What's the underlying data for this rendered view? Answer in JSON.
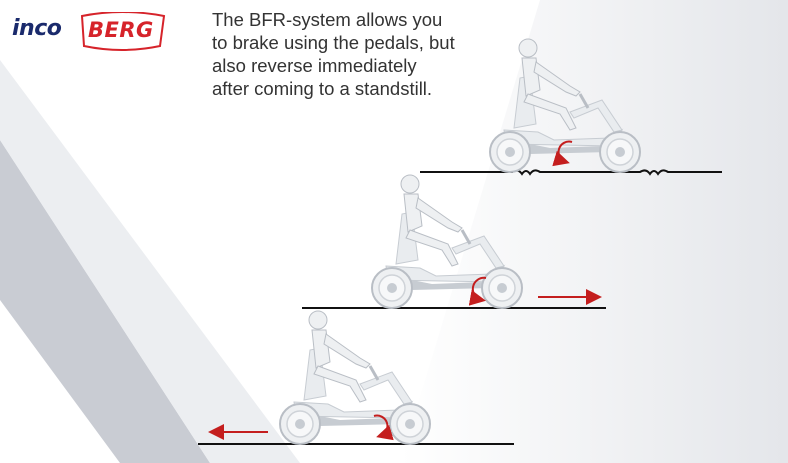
{
  "logo": {
    "word_left": "inco",
    "word_right": "BERG",
    "color_left": "#1a2a6c",
    "color_right": "#d6232a"
  },
  "caption": {
    "lines": [
      "The BFR-system allows you",
      "to brake using the pedals, but",
      "also reverse immediately",
      "after coming to a standstill."
    ]
  },
  "colors": {
    "arrow": "#c41e1e",
    "ground": "#111111",
    "kart_body": "#e9ecef",
    "kart_shadow": "#c7ccd2",
    "band_dark": "#c9ccd3",
    "band_light": "#eceef1"
  },
  "scenes": [
    {
      "name": "braking",
      "arrow_direction": "none",
      "pedal_rotation": "forward",
      "ground_bumps": true
    },
    {
      "name": "forward-drive",
      "arrow_direction": "right",
      "pedal_rotation": "forward",
      "ground_bumps": false
    },
    {
      "name": "reverse-drive",
      "arrow_direction": "left",
      "pedal_rotation": "backward",
      "ground_bumps": false
    }
  ]
}
